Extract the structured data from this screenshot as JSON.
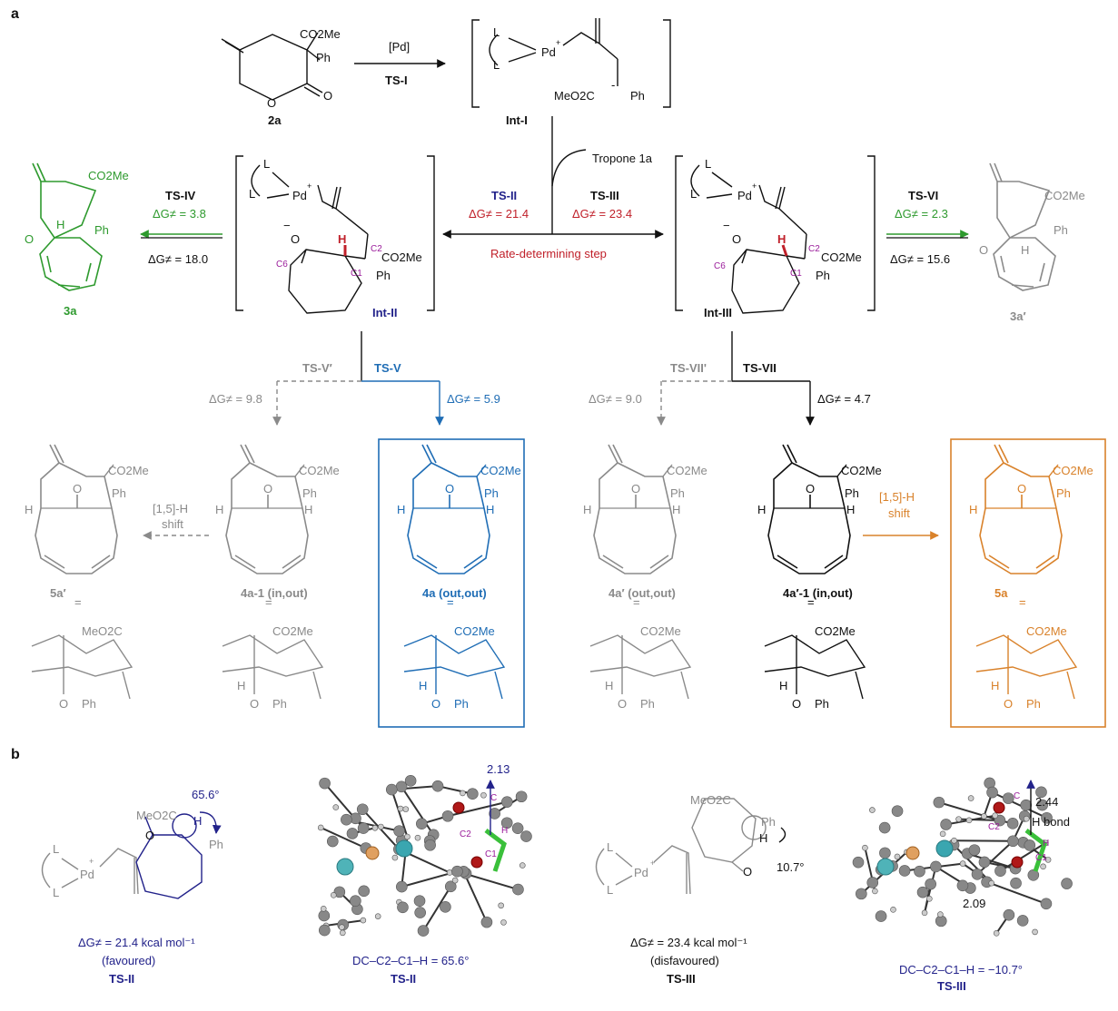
{
  "panels": {
    "a": "a",
    "b": "b"
  },
  "colors": {
    "black": "#111111",
    "grey": "#8a8a8a",
    "green": "#2e9a2e",
    "blue": "#1f6db5",
    "orange": "#d9822b",
    "red": "#c0202a",
    "navy": "#22228a",
    "magenta": "#9b1d9b",
    "teal": "#4fb3b8",
    "pd": "#3aa6b0",
    "p": "#e0a060",
    "o": "#b01818",
    "c": "#888888",
    "h": "#cccccc"
  },
  "top": {
    "ester": "CO2Me",
    "ph": "Ph",
    "o": "O",
    "comp": "2a",
    "cat": "[Pd]",
    "ts": "TS-I",
    "L1": "L",
    "L2": "L",
    "pd": "Pd",
    "plus": "+",
    "ester2": "MeO2C",
    "minus": "-",
    "ph2": "Ph",
    "int": "Int-I",
    "tropone": "Tropone 1a"
  },
  "center": {
    "ts2": "TS-II",
    "dg2": "ΔG≠ = 21.4",
    "ts3": "TS-III",
    "dg3": "ΔG≠ = 23.4",
    "rds": "Rate-determining step"
  },
  "int2": {
    "L1": "L",
    "L2": "L",
    "pd": "Pd",
    "plus": "+",
    "minus": "−",
    "o": "O",
    "h": "H",
    "c6": "C6",
    "c1": "C1",
    "c2": "C2",
    "ester": "CO2Me",
    "ph": "Ph",
    "label": "Int-II"
  },
  "int3": {
    "L1": "L",
    "L2": "L",
    "pd": "Pd",
    "plus": "+",
    "minus": "−",
    "o": "O",
    "h": "H",
    "c6": "C6",
    "c1": "C1",
    "c2": "C2",
    "ester": "CO2Me",
    "ph": "Ph",
    "label": "Int-III"
  },
  "left": {
    "ts": "TS-IV",
    "dgf": "ΔG≠ = 3.8",
    "dgr": "ΔG≠ = 18.0",
    "ester": "CO2Me",
    "ph": "Ph",
    "o": "O",
    "h": "H",
    "label": "3a"
  },
  "right": {
    "ts": "TS-VI",
    "dgf": "ΔG≠ = 2.3",
    "dgr": "ΔG≠ = 15.6",
    "ester": "CO2Me",
    "ph": "Ph",
    "o": "O",
    "h": "H",
    "label": "3a′"
  },
  "branch": {
    "tsv1": "TS-V′",
    "tsv": "TS-V",
    "dgv1": "ΔG≠ = 9.8",
    "dgv": "ΔG≠ = 5.9",
    "tsvii1": "TS-VII'",
    "tsvii": "TS-VII",
    "dgvii1": "ΔG≠ = 9.0",
    "dgvii": "ΔG≠ = 4.7"
  },
  "products": [
    {
      "label": "5a′",
      "ester": "CO2Me",
      "ph": "Ph",
      "h1": "H",
      "o": "O",
      "eq": "=",
      "ester3d": "MeO2C",
      "ph3d": "Ph",
      "o3d": "O"
    },
    {
      "label": "4a-1 (in,out)",
      "ester": "CO2Me",
      "ph": "Ph",
      "h1": "H",
      "h2": "H",
      "o": "O",
      "eq": "=",
      "ester3d": "CO2Me",
      "ph3d": "Ph",
      "o3d": "O",
      "h3d": "H"
    },
    {
      "label": "4a (out,out)",
      "ester": "CO2Me",
      "ph": "Ph",
      "h1": "H",
      "h2": "H",
      "o": "O",
      "eq": "=",
      "ester3d": "CO2Me",
      "ph3d": "Ph",
      "o3d": "O",
      "h3d": "H"
    },
    {
      "label": "4a′ (out,out)",
      "ester": "CO2Me",
      "ph": "Ph",
      "h1": "H",
      "h2": "H",
      "o": "O",
      "eq": "=",
      "ester3d": "CO2Me",
      "ph3d": "Ph",
      "o3d": "O",
      "h3d": "H"
    },
    {
      "label": "4a′-1 (in,out)",
      "ester": "CO2Me",
      "ph": "Ph",
      "h1": "H",
      "h2": "H",
      "o": "O",
      "eq": "=",
      "ester3d": "CO2Me",
      "ph3d": "Ph",
      "o3d": "O",
      "h3d": "H"
    },
    {
      "label": "5a",
      "ester": "CO2Me",
      "ph": "Ph",
      "h1": "H",
      "o": "O",
      "eq": "=",
      "ester3d": "CO2Me",
      "ph3d": "Ph",
      "o3d": "O",
      "h3d": "H"
    }
  ],
  "shifts": {
    "left": "[1,5]-H\nshift",
    "right": "[1,5]-H\nshift",
    "left1": "[1,5]-H",
    "left2": "shift",
    "right1": "[1,5]-H",
    "right2": "shift"
  },
  "b": {
    "s1": {
      "angle": "65.6°",
      "ester": "MeO2C",
      "o": "O",
      "h": "H",
      "ph": "Ph",
      "L1": "L",
      "L2": "L",
      "pd": "Pd",
      "plus": "+",
      "dg": "ΔG≠ = 21.4 kcal mol⁻¹",
      "note": "(favoured)",
      "ts": "TS-II"
    },
    "s2": {
      "dist": "2.13",
      "c": "C",
      "c2": "C2",
      "h": "H",
      "c1": "C1",
      "dih": "DC–C2–C1–H = 65.6°",
      "ts": "TS-II"
    },
    "s3": {
      "ester": "MeO2C",
      "ph": "Ph",
      "h": "H",
      "o": "O",
      "angle": "10.7°",
      "L1": "L",
      "L2": "L",
      "pd": "Pd",
      "plus": "+",
      "dg": "ΔG≠ = 23.4 kcal mol⁻¹",
      "note": "(disfavoured)",
      "ts": "TS-III"
    },
    "s4": {
      "dist1": "2.44",
      "hb": "H bond",
      "dist2": "2.09",
      "c": "C",
      "c2": "C2",
      "h": "H",
      "c1": "C1",
      "dih": "DC–C2–C1–H = −10.7°",
      "ts": "TS-III"
    }
  }
}
